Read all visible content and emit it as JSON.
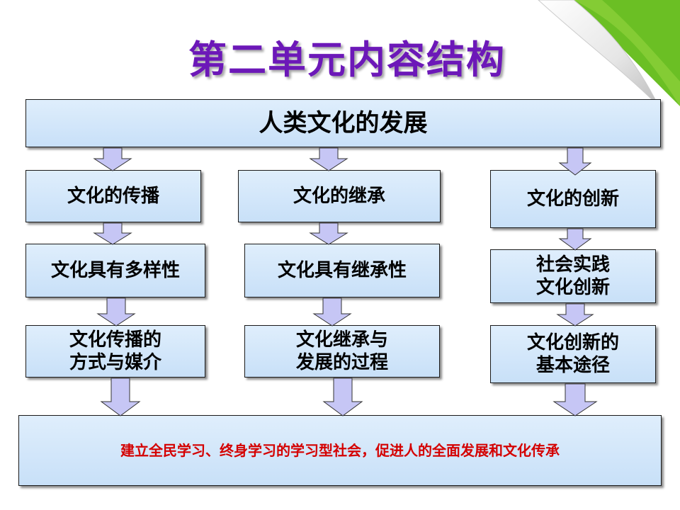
{
  "title": "第二单元内容结构",
  "top_box": "人类文化的发展",
  "columns": [
    {
      "heading": "文化的传播",
      "level2": "文化具有多样性",
      "level3": "文化传播的\n方式与媒介"
    },
    {
      "heading": "文化的继承",
      "level2": "文化具有继承性",
      "level3": "文化继承与\n发展的过程"
    },
    {
      "heading": "文化的创新",
      "level2": "社会实践\n文化创新",
      "level3": "文化创新的\n基本途径"
    }
  ],
  "bottom_box": "建立全民学习、终身学习的学习型社会，促进人的全面发展和文化传承",
  "colors": {
    "title": "#6c18b8",
    "box_fill": "#d4e7fa",
    "arrow_fill": "#c6c6f5",
    "bottom_text": "#d40000",
    "corner_green": "#6bbf24"
  }
}
